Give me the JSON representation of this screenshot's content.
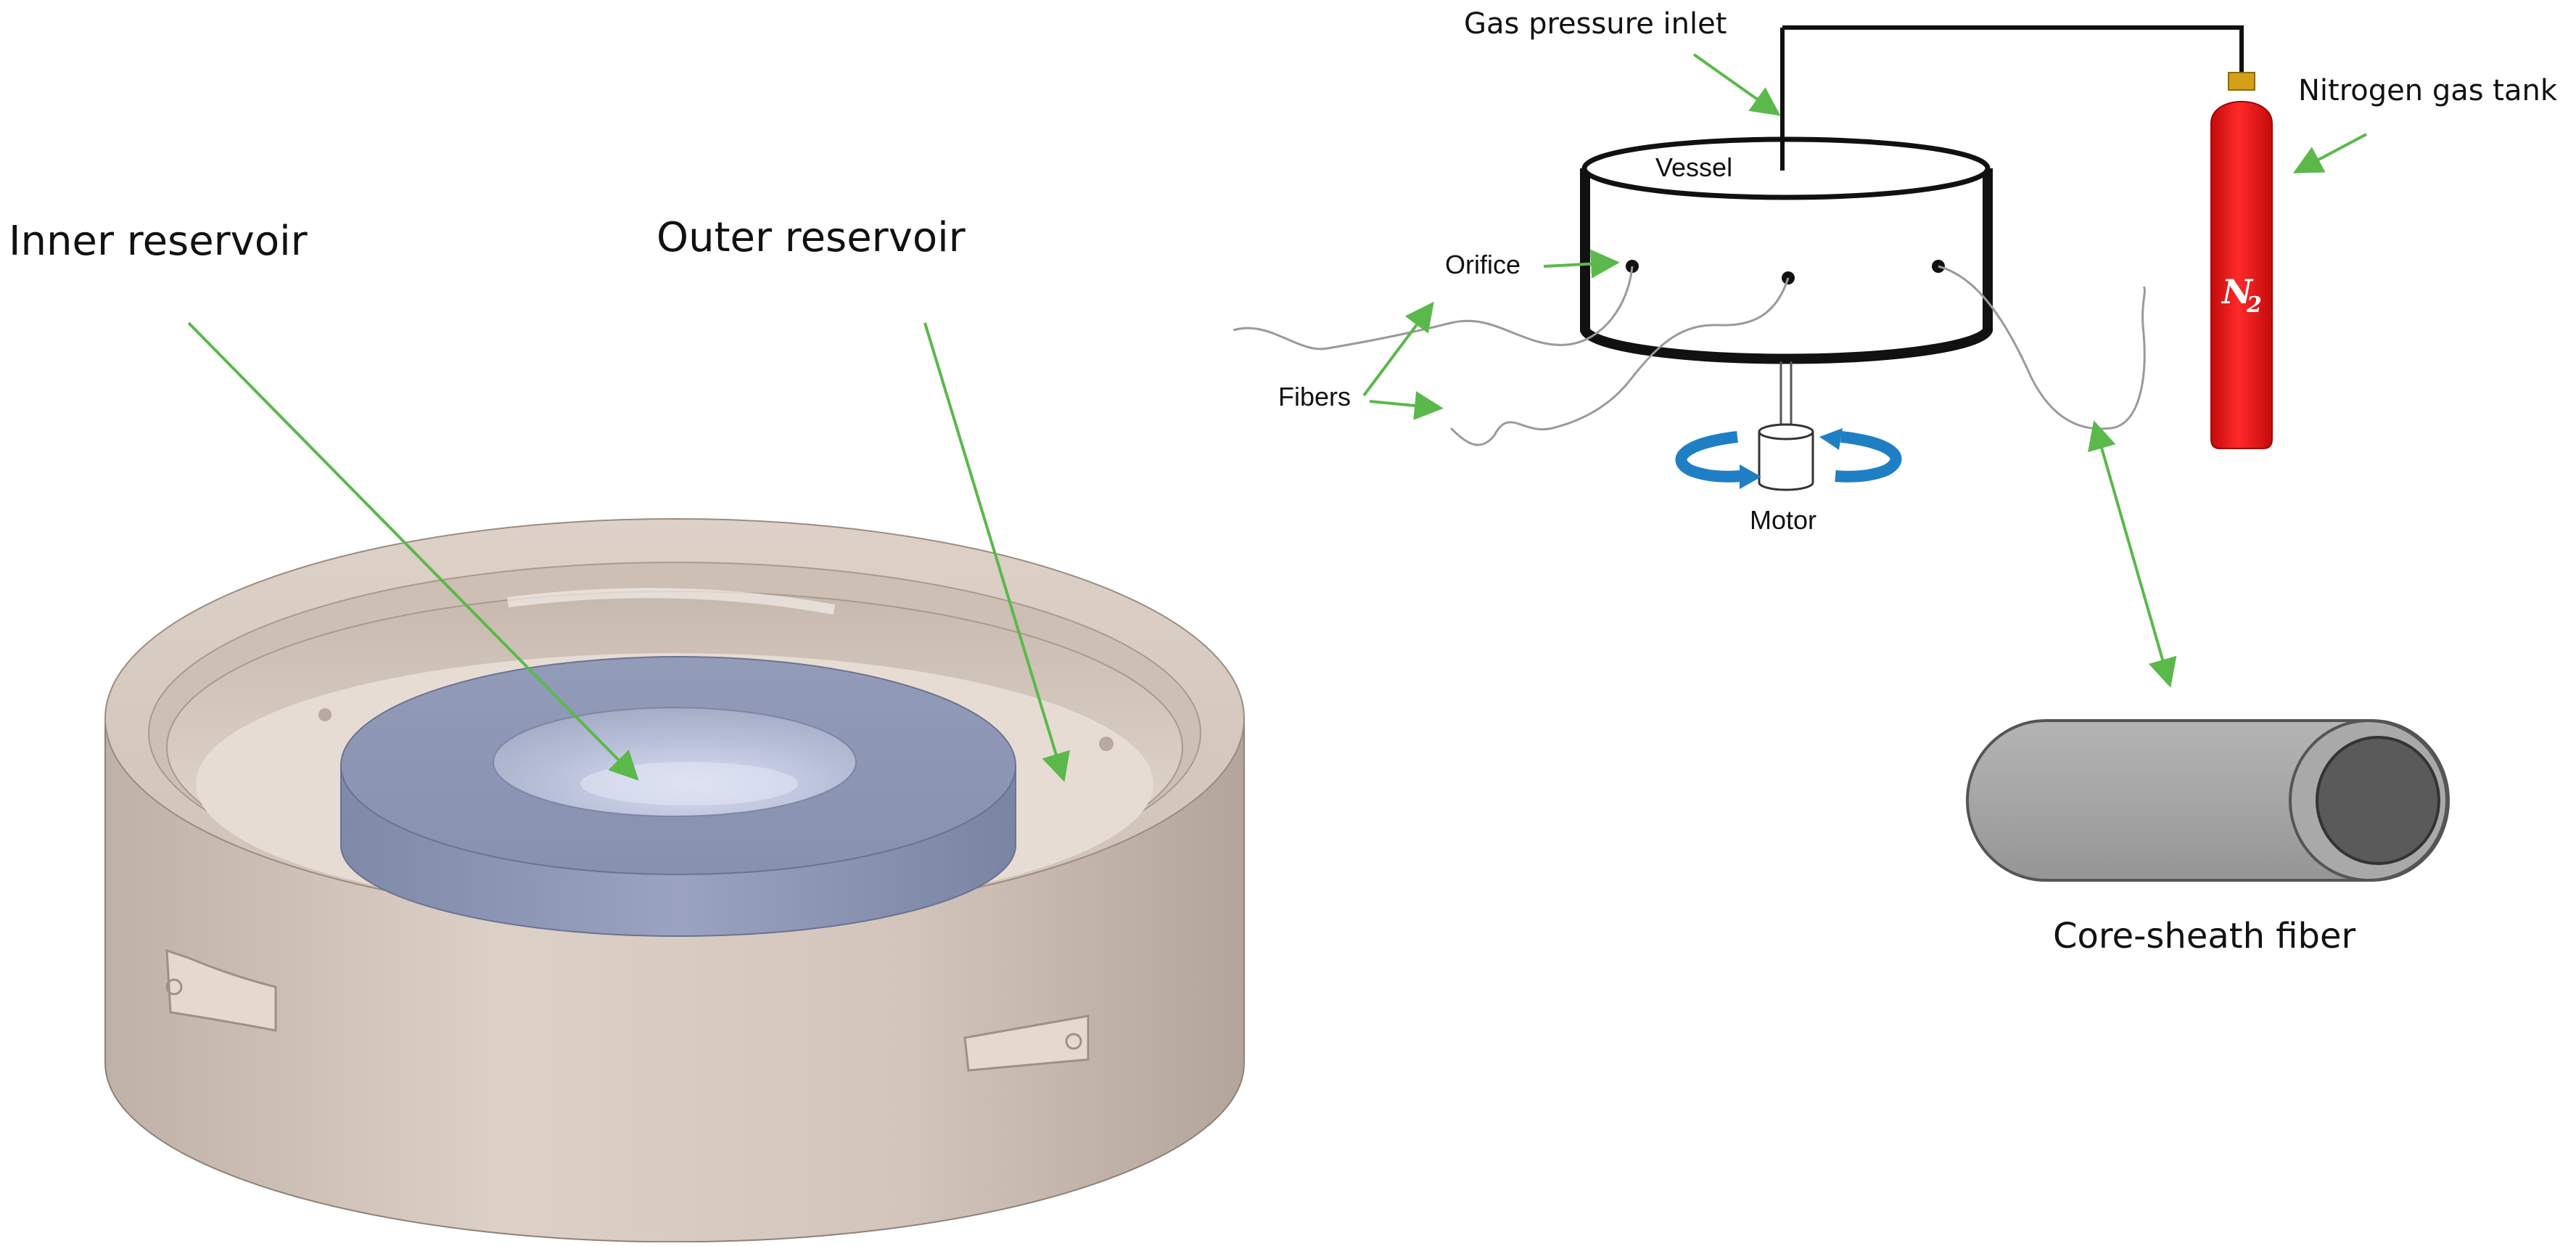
{
  "labels": {
    "inner_reservoir": "Inner reservoir",
    "outer_reservoir": "Outer reservoir",
    "gas_pressure_inlet": "Gas pressure inlet",
    "nitrogen_gas_tank": "Nitrogen gas tank",
    "vessel": "Vessel",
    "orifice": "Orifice",
    "fibers": "Fibers",
    "motor": "Motor",
    "tank_formula": "N",
    "tank_subscript": "2",
    "core_sheath_fiber": "Core-sheath fiber"
  },
  "colors": {
    "arrow": "#5bb84b",
    "tank": "#ee1111",
    "tank_cap": "#d4a017",
    "rotation_arrows": "#1f7fc4",
    "housing": "#d2c4ba",
    "insert": "#8a94b4",
    "fiber_sheath": "#a6a6a6",
    "fiber_core": "#555555"
  }
}
